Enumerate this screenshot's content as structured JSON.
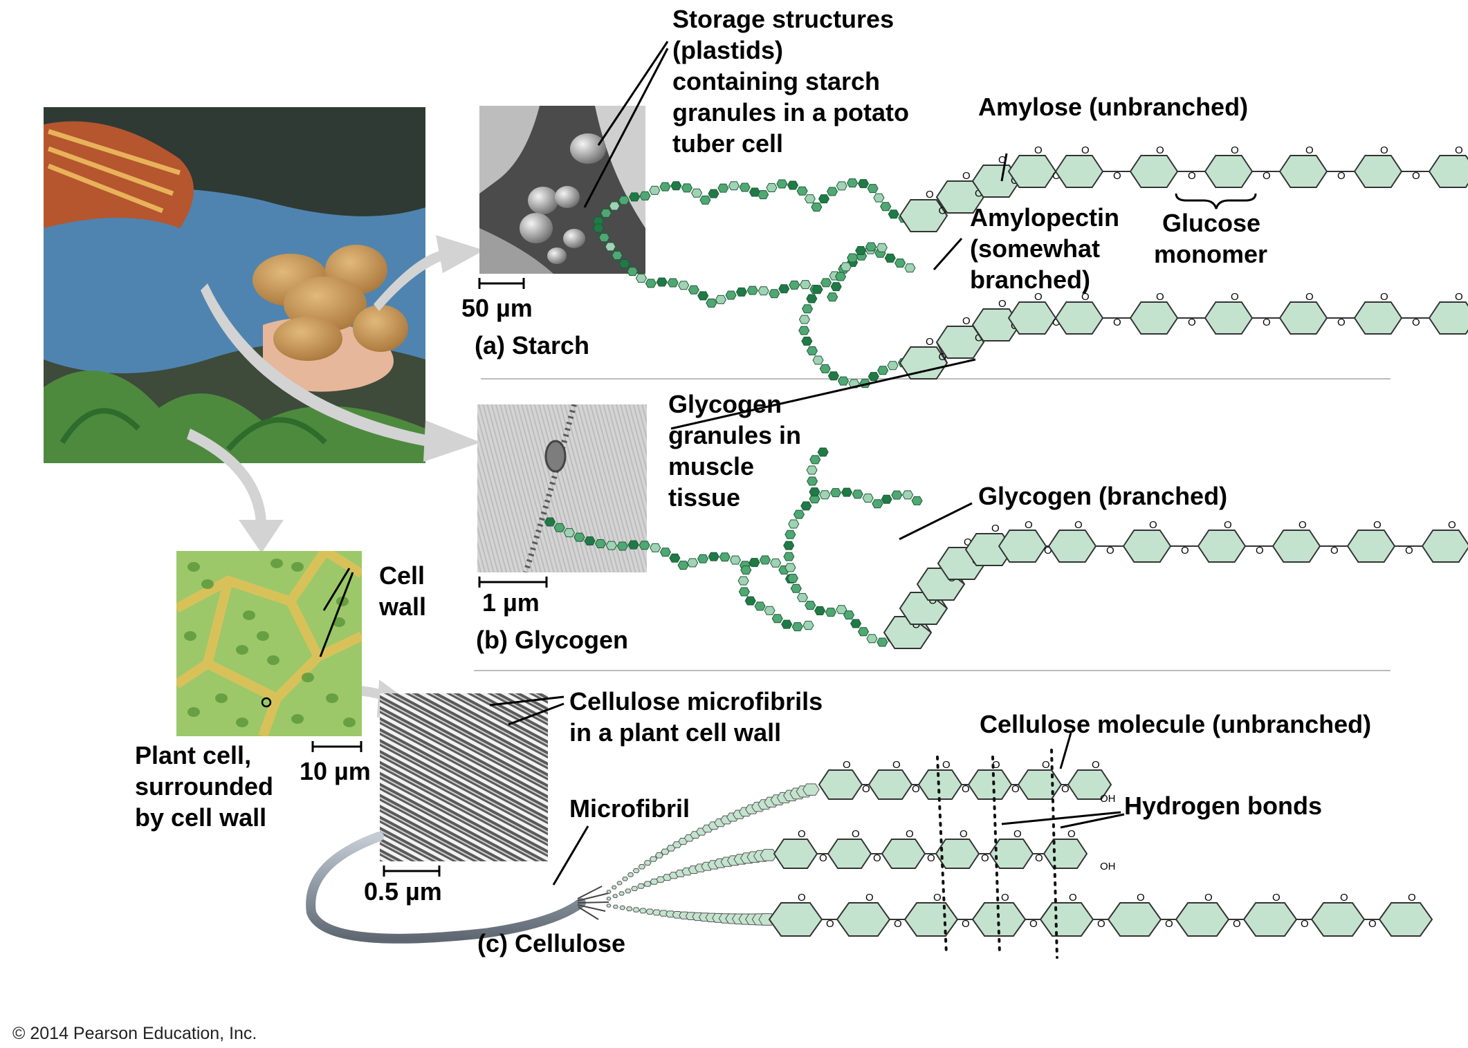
{
  "labels": {
    "storage_structures": [
      "Storage structures",
      "(plastids)",
      "containing starch",
      "granules in a potato",
      "tuber cell"
    ],
    "amylose": "Amylose (unbranched)",
    "amylopectin": [
      "Amylopectin",
      "(somewhat",
      "branched)"
    ],
    "glucose_monomer": [
      "Glucose",
      "monomer"
    ],
    "scale_50um": "50 µm",
    "starch": "(a) Starch",
    "glycogen_granules": [
      "Glycogen",
      "granules in",
      "muscle",
      "tissue"
    ],
    "glycogen_branched": "Glycogen (branched)",
    "scale_1um": "1 µm",
    "glycogen": "(b) Glycogen",
    "cell_wall": [
      "Cell",
      "wall"
    ],
    "plant_cell": [
      "Plant cell,",
      "surrounded",
      "by cell wall"
    ],
    "scale_10um": "10 µm",
    "cellulose_microfibrils": [
      "Cellulose microfibrils",
      "in a plant cell wall"
    ],
    "cellulose_molecule": "Cellulose molecule (unbranched)",
    "hydrogen_bonds": "Hydrogen bonds",
    "microfibril": "Microfibril",
    "scale_05um": "0.5 µm",
    "cellulose": "(c) Cellulose",
    "copyright": "© 2014 Pearson Education, Inc.",
    "oxygen": "O",
    "hydroxyl": "OH"
  },
  "colors": {
    "ring_fill": "#c4e3cf",
    "bead_dark": "#1f7a45",
    "bead_mid": "#4fa872",
    "bead_light": "#9fd3b3",
    "arrow_gray": "#d3d3d3",
    "microfibril_gray": "#9aa3ad"
  }
}
